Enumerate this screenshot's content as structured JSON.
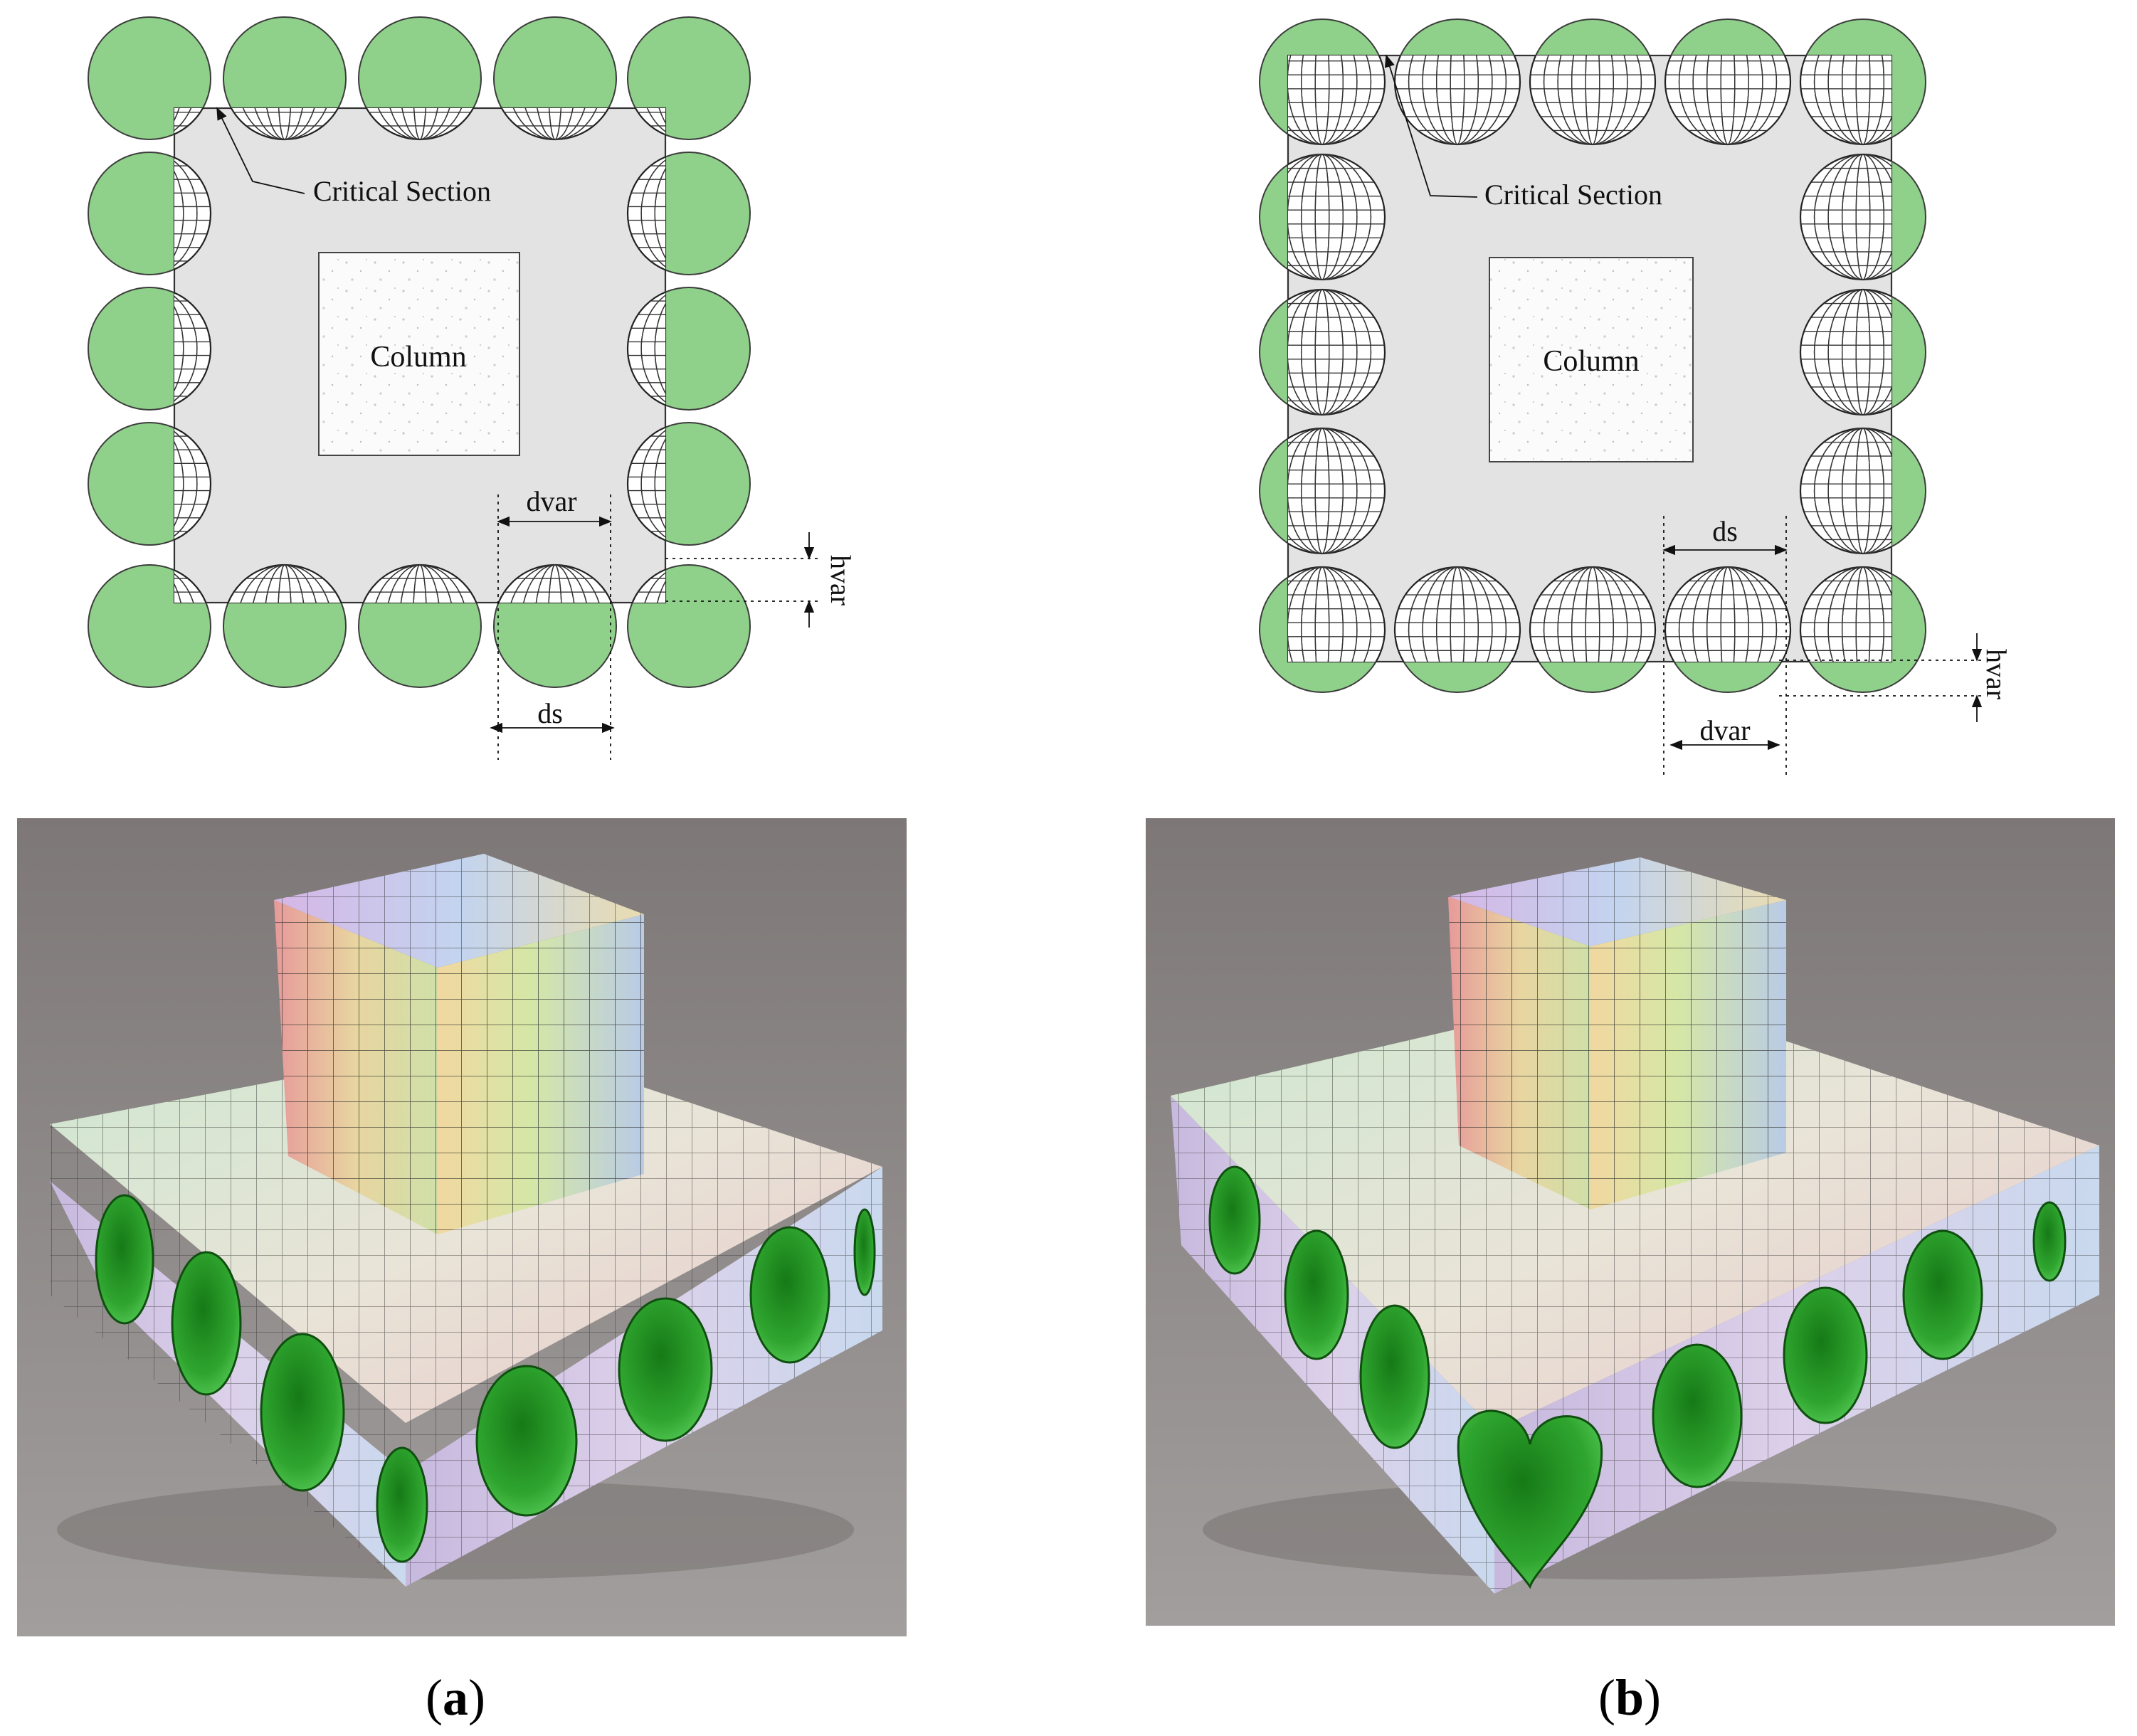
{
  "figure": {
    "panel_a": {
      "caption_open": "(",
      "caption_letter": "a",
      "caption_close": ")",
      "critical_section": "Critical Section",
      "column": "Column",
      "dim_dvar": "dvar",
      "dim_ds": "ds",
      "dim_hvar": "hvar"
    },
    "panel_b": {
      "caption_open": "(",
      "caption_letter": "b",
      "caption_close": ")",
      "critical_section": "Critical Section",
      "column": "Column",
      "dim_ds": "ds",
      "dim_dvar": "dvar",
      "dim_hvar": "hvar"
    }
  },
  "colors": {
    "void_green": "#8fd18a",
    "void_green_stroke": "#3c3c3c",
    "slab_gray": "#e3e3e3",
    "render_background": "#8f8a89",
    "render_hole_green": "#2f9a2f"
  }
}
